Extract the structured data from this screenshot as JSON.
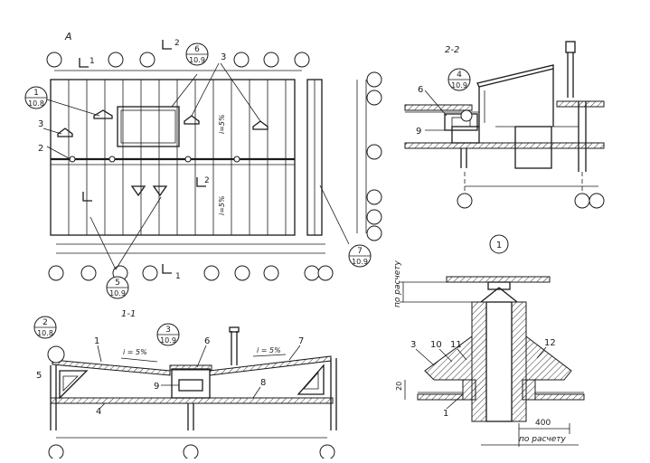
{
  "plan": {
    "label": "А",
    "callout_1": {
      "top": "1",
      "bottom": "10.8"
    },
    "callout_6": {
      "top": "6",
      "bottom": "10.9"
    },
    "callout_5": {
      "top": "5",
      "bottom": "10.9"
    },
    "callout_7": {
      "top": "7",
      "bottom": "10.9"
    },
    "section_1": "1",
    "section_2": "2",
    "item_3": "3",
    "item_2": "2",
    "slope_a": "i=5%",
    "slope_b": "i=5%"
  },
  "section_22": {
    "title": "2-2",
    "callout_4": {
      "top": "4",
      "bottom": "10.9"
    },
    "item_6": "6",
    "item_9": "9"
  },
  "section_11": {
    "title": "1-1",
    "callout_2": {
      "top": "2",
      "bottom": "10.8"
    },
    "callout_3": {
      "top": "3",
      "bottom": "10.9"
    },
    "items": {
      "i1": "1",
      "i4": "4",
      "i5": "5",
      "i6": "6",
      "i7": "7",
      "i8": "8",
      "i9": "9"
    },
    "slope_left": "i = 5%",
    "slope_right": "i = 5%"
  },
  "detail": {
    "marker": "1",
    "vertical_note": "по расчету",
    "bottom_note": "по расчету",
    "dim_20": "20",
    "dim_400": "400",
    "items": {
      "i1": "1",
      "i3": "3",
      "i10": "10",
      "i11": "11",
      "i12": "12"
    }
  }
}
